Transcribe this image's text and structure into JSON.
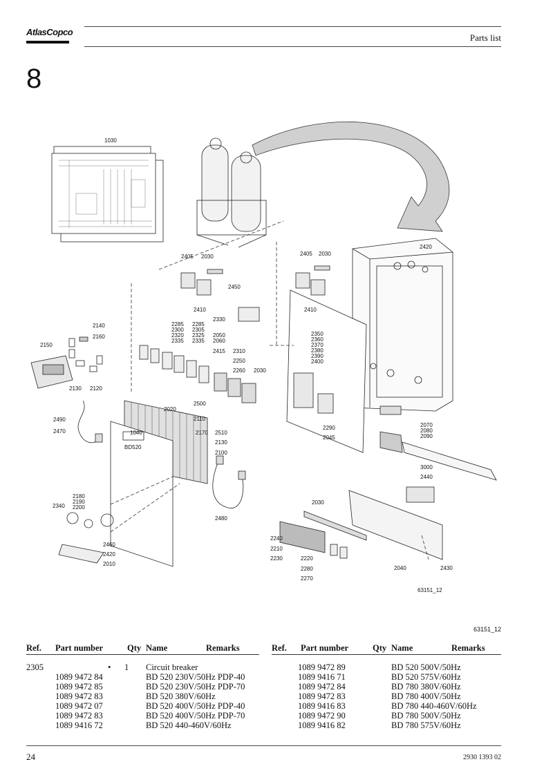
{
  "header": {
    "brand": "AtlasCopco",
    "section_title": "Parts list",
    "chapter_number": "8"
  },
  "drawing": {
    "labels": [
      "1030",
      "2420",
      "2405",
      "2030",
      "2405",
      "2030",
      "2410",
      "2410",
      "2450",
      "2330",
      "2285",
      "2300",
      "2320",
      "2335",
      "2285",
      "2305",
      "2325",
      "2335",
      "2050",
      "2060",
      "2415",
      "2310",
      "2250",
      "2260",
      "2030",
      "2350",
      "2360",
      "2370",
      "2380",
      "2390",
      "2400",
      "2140",
      "2160",
      "2150",
      "2130",
      "2120",
      "2490",
      "2470",
      "2020",
      "1040",
      "2500",
      "2110",
      "2170",
      "2510",
      "2130",
      "2100",
      "2290",
      "2045",
      "2070",
      "2080",
      "2090",
      "3000",
      "2440",
      "2480",
      "2180",
      "2190",
      "2200",
      "2340",
      "2460",
      "2420",
      "2010",
      "2030",
      "2240",
      "2210",
      "2230",
      "2220",
      "2280",
      "2270",
      "2040",
      "2430",
      "63151_12"
    ],
    "panel_text": "BD520"
  },
  "figure_code": "63151_12",
  "table": {
    "headers": {
      "ref": "Ref.",
      "part_number": "Part number",
      "qty": "Qty",
      "name": "Name",
      "remarks": "Remarks"
    },
    "left_rows": [
      {
        "ref": "2305",
        "part": "",
        "dot": "•",
        "qty": "1",
        "name": "Circuit breaker",
        "remarks": ""
      },
      {
        "ref": "",
        "part": "1089 9472 84",
        "dot": "",
        "qty": "",
        "name": "BD 520  230V/50Hz PDP-40",
        "remarks": ""
      },
      {
        "ref": "",
        "part": "1089 9472 85",
        "dot": "",
        "qty": "",
        "name": "BD 520  230V/50Hz PDP-70",
        "remarks": ""
      },
      {
        "ref": "",
        "part": "1089 9472 83",
        "dot": "",
        "qty": "",
        "name": "BD 520  380V/60Hz",
        "remarks": ""
      },
      {
        "ref": "",
        "part": "1089 9472 07",
        "dot": "",
        "qty": "",
        "name": "BD 520  400V/50Hz PDP-40",
        "remarks": ""
      },
      {
        "ref": "",
        "part": "1089 9472 83",
        "dot": "",
        "qty": "",
        "name": "BD 520  400V/50Hz PDP-70",
        "remarks": ""
      },
      {
        "ref": "",
        "part": "1089 9416 72",
        "dot": "",
        "qty": "",
        "name": "BD 520  440-460V/60Hz",
        "remarks": ""
      }
    ],
    "right_rows": [
      {
        "ref": "",
        "part": "1089 9472 89",
        "qty": "",
        "name": "BD 520  500V/50Hz",
        "remarks": ""
      },
      {
        "ref": "",
        "part": "1089 9416 71",
        "qty": "",
        "name": "BD 520  575V/60Hz",
        "remarks": ""
      },
      {
        "ref": "",
        "part": "1089 9472 84",
        "qty": "",
        "name": "BD 780  380V/60Hz",
        "remarks": ""
      },
      {
        "ref": "",
        "part": "1089 9472 83",
        "qty": "",
        "name": "BD 780  400V/50Hz",
        "remarks": ""
      },
      {
        "ref": "",
        "part": "1089 9416 83",
        "qty": "",
        "name": "BD 780  440-460V/60Hz",
        "remarks": ""
      },
      {
        "ref": "",
        "part": "1089 9472 90",
        "qty": "",
        "name": "BD 780  500V/50Hz",
        "remarks": ""
      },
      {
        "ref": "",
        "part": "1089 9416 82",
        "qty": "",
        "name": "BD 780  575V/60Hz",
        "remarks": ""
      }
    ]
  },
  "footer": {
    "page_number": "24",
    "document_number": "2930 1393 02"
  }
}
